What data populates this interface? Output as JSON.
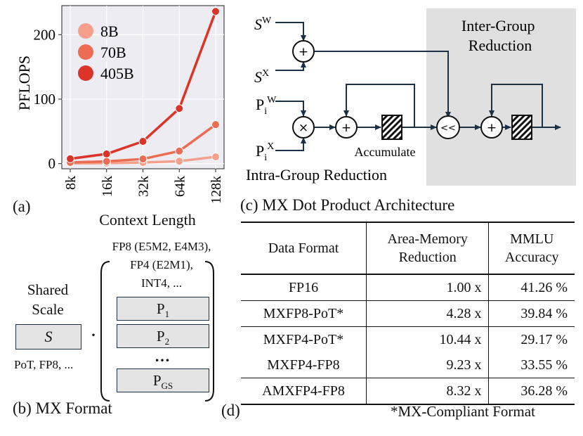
{
  "panel_a": {
    "label": "(a)",
    "chart_data": {
      "type": "line",
      "xlabel": "Context Length",
      "ylabel": "PFLOPS",
      "categories": [
        "8k",
        "16k",
        "32k",
        "64k",
        "128k"
      ],
      "yticks": [
        0,
        100,
        200
      ],
      "ylim": [
        -8,
        245
      ],
      "grid": true,
      "legend_position": "top-left",
      "series": [
        {
          "name": "8B",
          "color": "#f4a08a",
          "values": [
            0.4,
            0.8,
            1.7,
            3.8,
            10.5
          ]
        },
        {
          "name": "70B",
          "color": "#ec6b52",
          "values": [
            1.8,
            3.5,
            7.2,
            19.5,
            60.5
          ]
        },
        {
          "name": "405B",
          "color": "#dc3428",
          "values": [
            7.5,
            15,
            34.5,
            85.5,
            236
          ]
        }
      ]
    }
  },
  "panel_b": {
    "label": "(b) MX Format",
    "shared_scale": "Shared\nScale",
    "scale_symbol": "S",
    "scale_types": "PoT, FP8, ...",
    "element_types": [
      "FP8 (E5M2, E4M3),",
      "FP4 (E2M1),",
      "INT4, ..."
    ],
    "elements": [
      {
        "base": "P",
        "sub": "1"
      },
      {
        "base": "P",
        "sub": "2"
      },
      {
        "base": "P",
        "sub": "GS"
      }
    ],
    "ellipsis": "…",
    "dot": "·"
  },
  "panel_c": {
    "label": "(c) MX Dot Product Architecture",
    "inputs": {
      "sw": {
        "base": "S",
        "sup": "W"
      },
      "sx": {
        "base": "S",
        "sup": "X"
      },
      "pw": {
        "base": "P",
        "sub": "i",
        "sup": "W"
      },
      "px": {
        "base": "P",
        "sub": "i",
        "sup": "X"
      }
    },
    "ops": {
      "add": "+",
      "mul": "×",
      "shift": "<<"
    },
    "accumulate": "Accumulate",
    "intra": "Intra-Group Reduction",
    "inter": "Inter-Group\nReduction",
    "inter_bg": "#e0e0e0",
    "line_color": "#1c3048"
  },
  "panel_d": {
    "label": "(d)",
    "headers": [
      "Data Format",
      "Area-Memory\nReduction",
      "MMLU\nAccuracy"
    ],
    "rows": [
      {
        "format": "FP16",
        "reduction": "1.00 x",
        "accuracy": "41.26 %"
      },
      {
        "format": "MXFP8-PoT*",
        "reduction": "4.28 x",
        "accuracy": "39.84 %"
      },
      {
        "format": "MXFP4-PoT*",
        "reduction": "10.44 x",
        "accuracy": "29.17 %"
      },
      {
        "format": "MXFP4-FP8",
        "reduction": "9.23 x",
        "accuracy": "33.55 %"
      },
      {
        "format": "AMXFP4-FP8",
        "reduction": "8.32 x",
        "accuracy": "36.28 %"
      }
    ],
    "footnote": "*MX-Compliant Format"
  }
}
